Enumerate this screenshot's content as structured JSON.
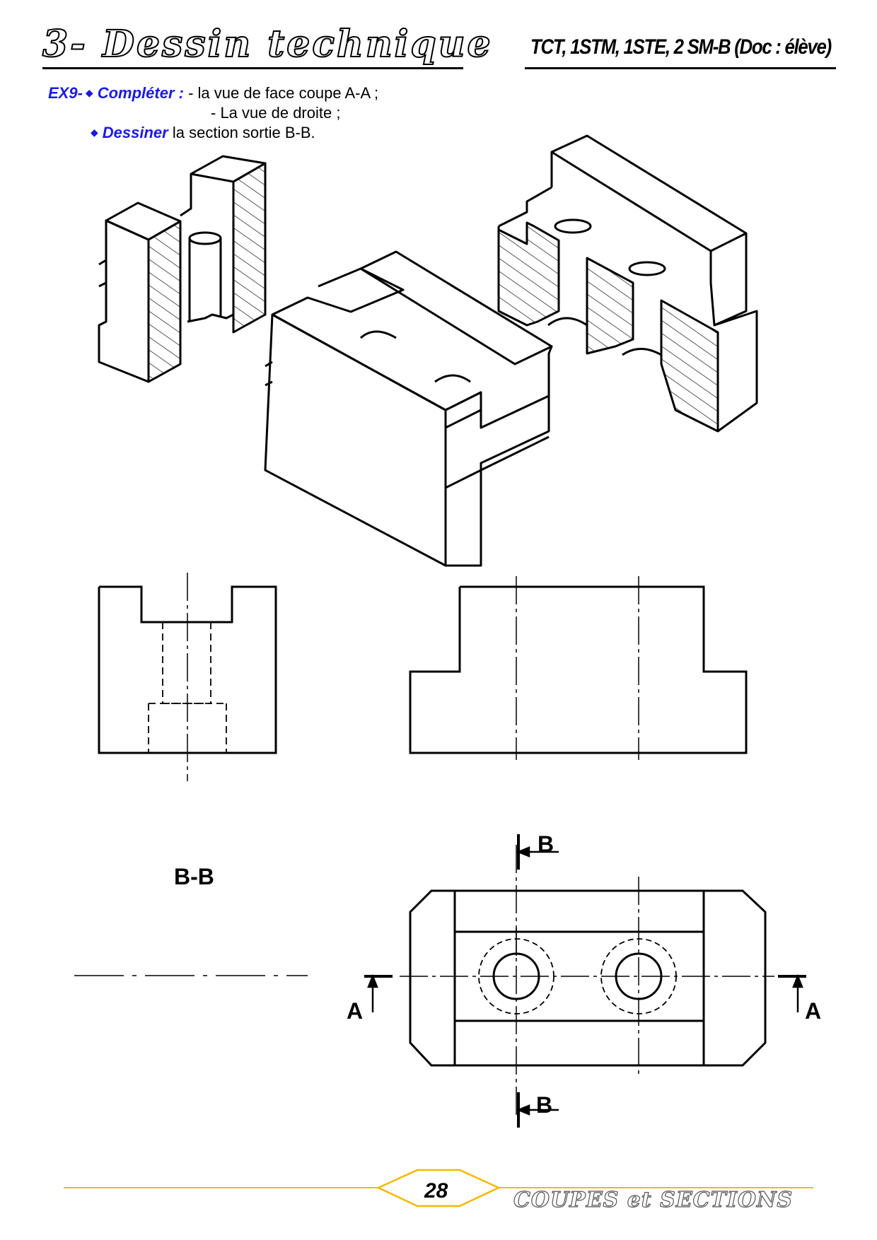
{
  "header": {
    "title": "3- Dessin technique",
    "classes": "TCT, 1STM, 1STE,  2 SM-B (Doc : élève)"
  },
  "instructions": {
    "exercise": "EX9-",
    "completer_label": "Compléter :",
    "line1": "- la vue de face coupe A-A ;",
    "line2": "- La vue de droite ;",
    "dessiner_label": "Dessiner",
    "line3": "la section sortie B-B."
  },
  "drawing_labels": {
    "section_title": "B-B",
    "arrow_b": "B",
    "arrow_a": "A"
  },
  "footer": {
    "page_number": "28",
    "caption": "COUPES et SECTIONS",
    "accent_color": "#f5b800"
  }
}
